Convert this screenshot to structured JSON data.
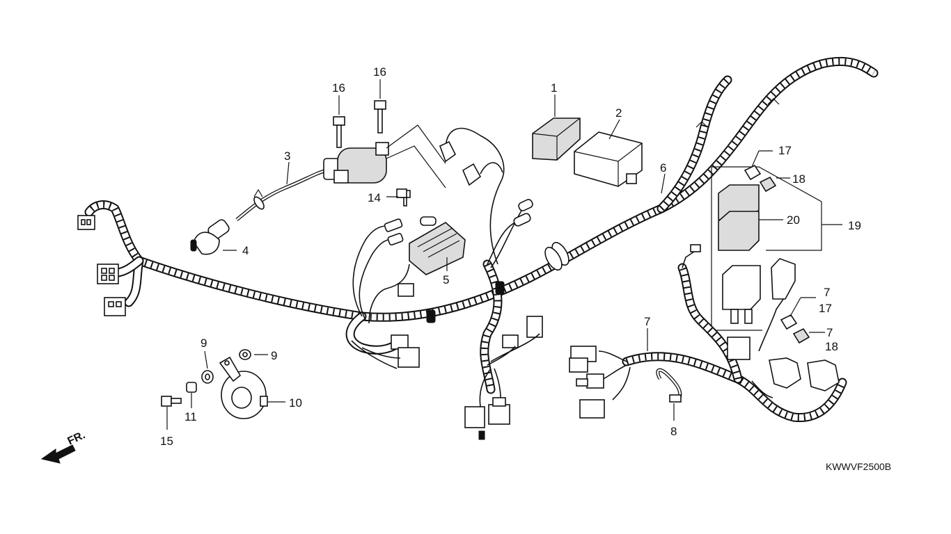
{
  "diagram_code": "KWWVF2500B",
  "front_indicator": "FR.",
  "callouts": [
    {
      "id": "c1",
      "text": "1"
    },
    {
      "id": "c2",
      "text": "2"
    },
    {
      "id": "c3",
      "text": "3"
    },
    {
      "id": "c4",
      "text": "4"
    },
    {
      "id": "c5",
      "text": "5"
    },
    {
      "id": "c6",
      "text": "6"
    },
    {
      "id": "c7a",
      "text": "7"
    },
    {
      "id": "c7b",
      "text": "7"
    },
    {
      "id": "c7c",
      "text": "7"
    },
    {
      "id": "c8",
      "text": "8"
    },
    {
      "id": "c9a",
      "text": "9"
    },
    {
      "id": "c9b",
      "text": "9"
    },
    {
      "id": "c10",
      "text": "10"
    },
    {
      "id": "c11",
      "text": "11"
    },
    {
      "id": "c14",
      "text": "14"
    },
    {
      "id": "c15",
      "text": "15"
    },
    {
      "id": "c16a",
      "text": "16"
    },
    {
      "id": "c16b",
      "text": "16"
    },
    {
      "id": "c17a",
      "text": "17"
    },
    {
      "id": "c17b",
      "text": "17"
    },
    {
      "id": "c18a",
      "text": "18"
    },
    {
      "id": "c18b",
      "text": "18"
    },
    {
      "id": "c19",
      "text": "19"
    },
    {
      "id": "c20",
      "text": "20"
    }
  ]
}
